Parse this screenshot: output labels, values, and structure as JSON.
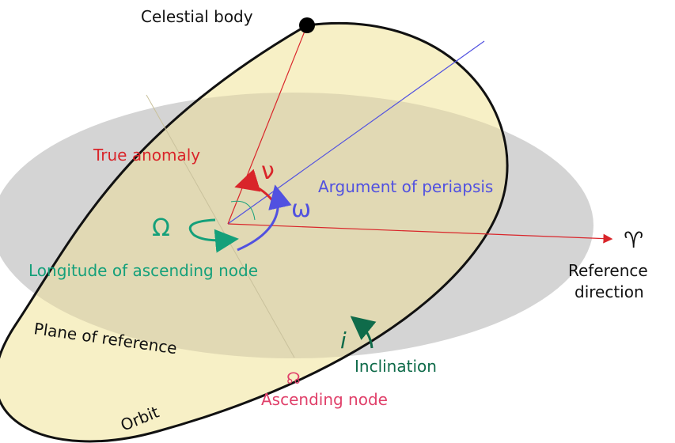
{
  "labels": {
    "celestial_body": "Celestial body",
    "true_anomaly": "True anomaly",
    "nu_symbol": "ν",
    "argument_of_periapsis": "Argument of periapsis",
    "omega_small": "ω",
    "omega_capital": "Ω",
    "longitude_ascending_node": "Longitude of ascending node",
    "reference_symbol": "♈",
    "reference_line1": "Reference",
    "reference_line2": "direction",
    "plane_of_reference": "Plane of reference",
    "inclination_symbol": "i",
    "inclination": "Inclination",
    "ascending_node_symbol": "☊",
    "ascending_node": "Ascending node",
    "orbit": "Orbit"
  },
  "colors": {
    "plane": "#d4d4d4",
    "orbit_fill": "#f7f0c6",
    "orbit_overlap": "#ddd5b0",
    "orbit_line": "#111111",
    "celestial_body": "#000000",
    "red": "#d9252a",
    "blue": "#5151e0",
    "green": "#14a07a",
    "dark_green": "#0f6b4a",
    "pink": "#e0406a",
    "text": "#111111"
  },
  "icons": [
    "celestial-body-marker",
    "aries-symbol",
    "ascending-node-symbol"
  ]
}
